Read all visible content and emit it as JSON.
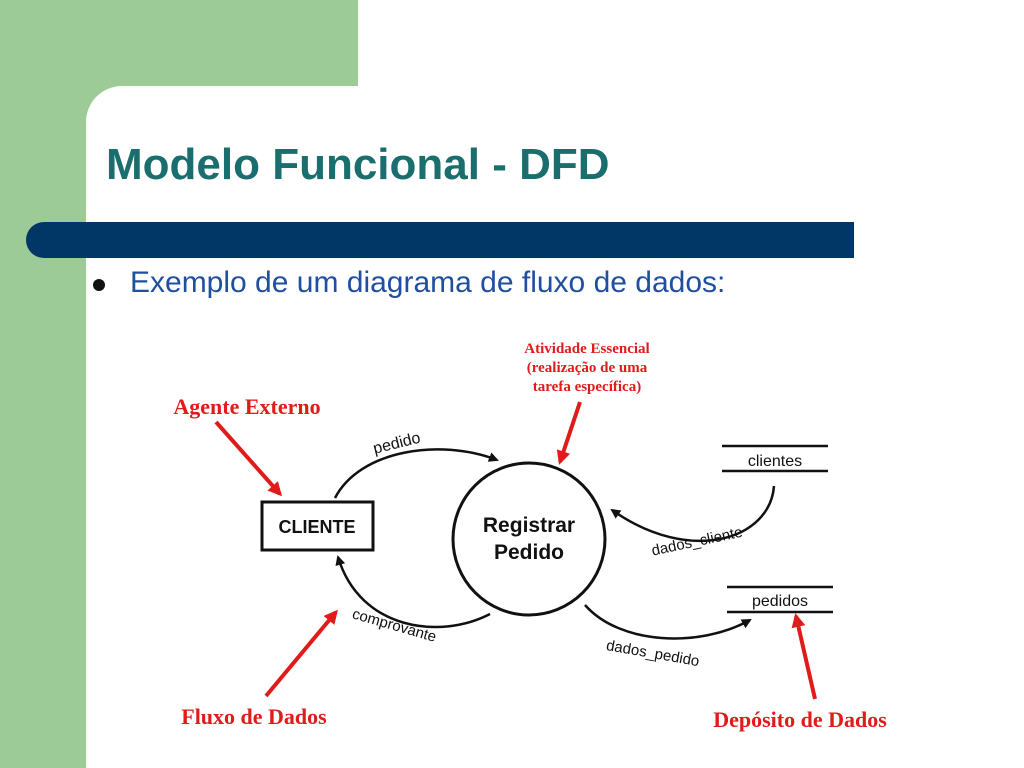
{
  "slide": {
    "title": "Modelo Funcional - DFD",
    "bullet": "Exemplo de um diagrama de fluxo de dados:"
  },
  "diagram": {
    "external_entity": "CLIENTE",
    "process": [
      "Registrar",
      "Pedido"
    ],
    "stores": {
      "clientes": "clientes",
      "pedidos": "pedidos"
    },
    "flows": {
      "pedido": "pedido",
      "comprovante": "comprovante",
      "dados_cliente": "dados_cliente",
      "dados_pedido": "dados_pedido"
    },
    "annotations": {
      "agente_externo": "Agente Externo",
      "atividade_essencial": [
        "Atividade Essencial",
        "(realização de uma",
        "tarefa específica)"
      ],
      "fluxo_de_dados": "Fluxo de Dados",
      "deposito_de_dados": "Depósito de Dados"
    },
    "colors": {
      "annotation": "#e11a1a",
      "title": "#1b6e6e",
      "bullet_text": "#1f4fa0",
      "bar": "#003767",
      "sidebar": "#9dcb97"
    }
  }
}
